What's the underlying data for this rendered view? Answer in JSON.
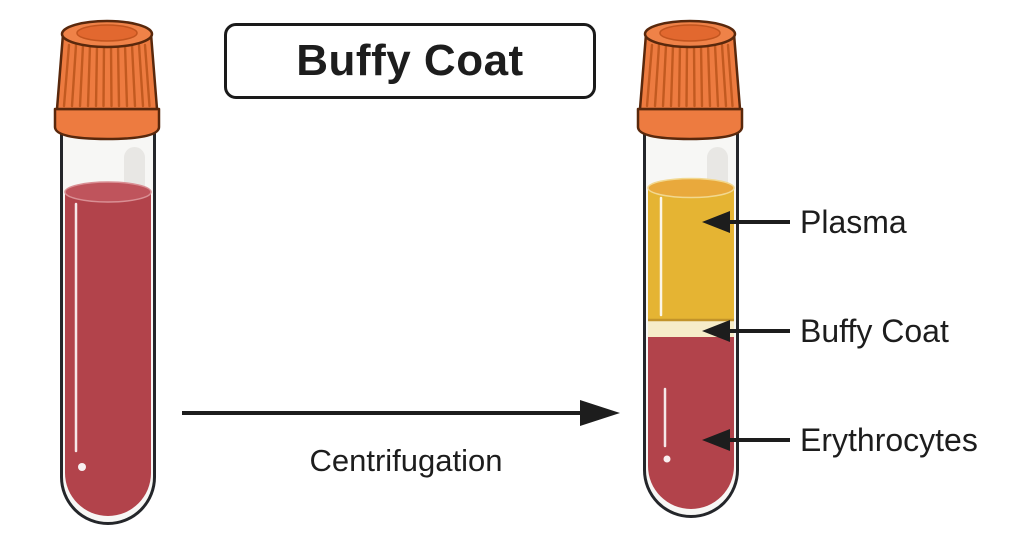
{
  "title": {
    "label": "Buffy Coat"
  },
  "process": {
    "label": "Centrifugation"
  },
  "layer_labels": [
    {
      "text": "Plasma"
    },
    {
      "text": "Buffy Coat"
    },
    {
      "text": "Erythrocytes"
    }
  ],
  "colors": {
    "background": "#FFFFFF",
    "text": "#1D1D1D",
    "cap_orange": "#ED7B40",
    "cap_ridge": "#C25A20",
    "cap_outline": "#59280C",
    "tube_outline": "#24262A",
    "glass": "#F7F7F5",
    "blood_red": "#B2434B",
    "blood_red_light": "#BF545C",
    "plasma_yellow": "#E5B433",
    "plasma_top": "#E9A93C",
    "buffy_cream": "#F6ECC9"
  }
}
